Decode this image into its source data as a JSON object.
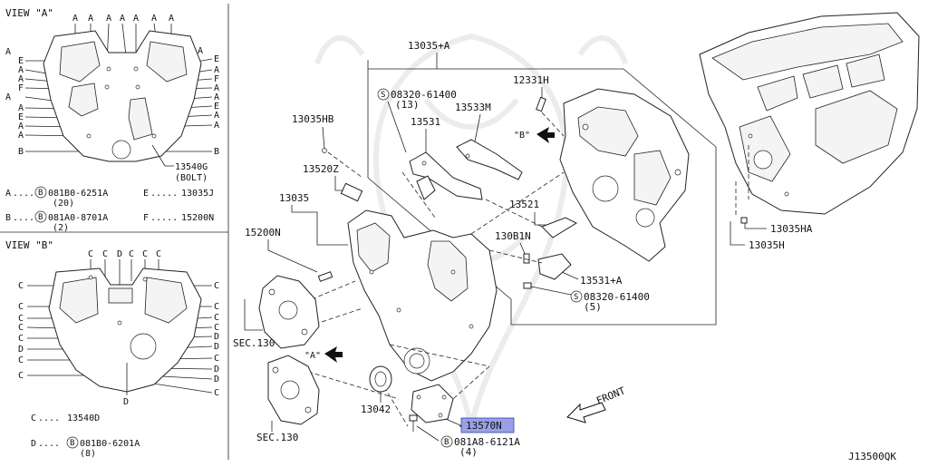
{
  "view_a": {
    "title": "VIEW \"A\"",
    "top_letters": [
      "A",
      "A",
      "A",
      "A",
      "A",
      "A",
      "A"
    ],
    "left_letters": [
      "A",
      "E",
      "A",
      "A",
      "F",
      "A",
      "A",
      "E",
      "A",
      "A",
      "B"
    ],
    "right_letters": [
      "A",
      "E",
      "A",
      "F",
      "A",
      "A",
      "E",
      "A",
      "A",
      "B"
    ],
    "bolt_label": "13540G",
    "bolt_sub": "(BOLT)",
    "legend": [
      {
        "key": "A",
        "code": "081B0-6251A",
        "qty": "(20)",
        "rhs_key": "E",
        "rhs": "13035J"
      },
      {
        "key": "B",
        "code": "081A0-8701A",
        "qty": "(2)",
        "rhs_key": "F",
        "rhs": "15200N"
      }
    ],
    "legend_circle": "B"
  },
  "view_b": {
    "title": "VIEW \"B\"",
    "top_letters": [
      "C",
      "C",
      "D",
      "C",
      "C",
      "C"
    ],
    "left_letters": [
      "C",
      "C",
      "C",
      "C",
      "C",
      "D",
      "C",
      "C"
    ],
    "right_letters": [
      "C",
      "C",
      "C",
      "C",
      "D",
      "D",
      "C",
      "D",
      "D",
      "C"
    ],
    "bottom_letter": "D",
    "legend": [
      {
        "key": "C",
        "code": "13540D"
      },
      {
        "key": "D",
        "code": "081B0-6201A",
        "qty": "(8)"
      }
    ],
    "legend_circle": "B"
  },
  "main": {
    "labels": {
      "p13035A": "13035+A",
      "p12331H": "12331H",
      "s_code_top": "08320-61400",
      "s_qty_top": "(13)",
      "p13531": "13531",
      "p13533M": "13533M",
      "p13035HB": "13035HB",
      "p13520Z": "13520Z",
      "p13035": "13035",
      "p15200N": "15200N",
      "p13521": "13521",
      "p13081N": "130B1N",
      "p13531A": "13531+A",
      "s_code_bot": "08320-61400",
      "s_qty_bot": "(5)",
      "sec130_upper": "SEC.130",
      "sec130_lower": "SEC.130",
      "p13042": "13042",
      "p13570N": "13570N",
      "b_code_bot": "081A8-6121A",
      "b_qty_bot": "(4)",
      "p13035HA": "13035HA",
      "p13035H": "13035H",
      "view_a_marker": "\"A\"",
      "view_b_marker": "\"B\"",
      "front": "FRONT",
      "s_circle": "S",
      "b_circle": "B"
    },
    "highlight_part": "13570N",
    "highlight_color": "#9aa0e6"
  },
  "diagram_id": "J13500QK"
}
